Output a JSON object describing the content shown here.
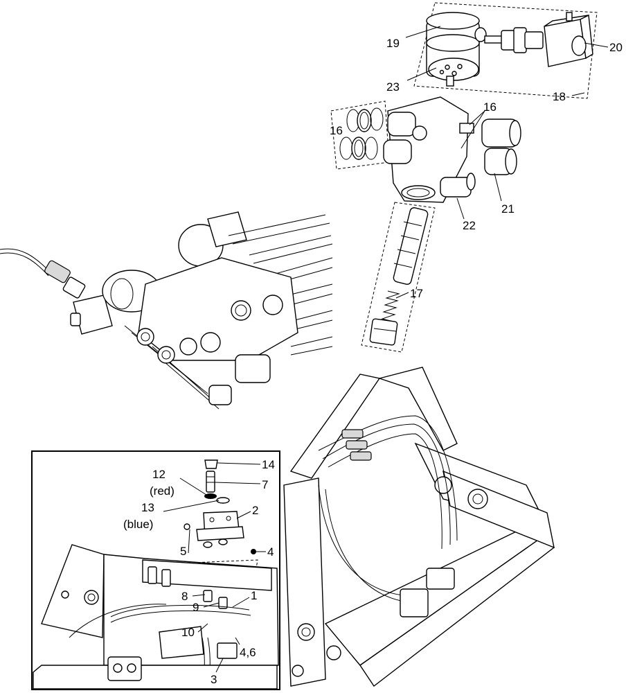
{
  "callouts": {
    "c19": "19",
    "c20": "20",
    "c23": "23",
    "c18": "18",
    "c16a": "16",
    "c16b": "16",
    "c21": "21",
    "c22": "22",
    "c17": "17",
    "c14": "14",
    "c12": "12",
    "c12note": "(red)",
    "c7": "7",
    "c13": "13",
    "c13note": "(blue)",
    "c2": "2",
    "c5": "5",
    "c4": "4",
    "c8": "8",
    "c9": "9",
    "c1": "1",
    "c10": "10",
    "c46": "4,6",
    "c3": "3"
  },
  "icons": [
    "solenoid-valve",
    "valve-block",
    "spool",
    "spring",
    "hydraulic-hose",
    "loader-frame",
    "bracket"
  ]
}
